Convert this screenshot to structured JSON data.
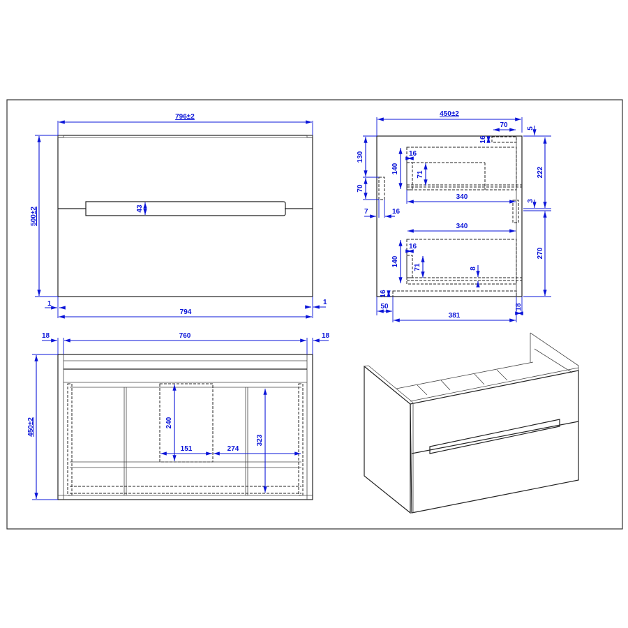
{
  "drawing": {
    "colors": {
      "dimension": "#0a14d8",
      "outline": "#222222",
      "background": "#ffffff"
    },
    "front_view": {
      "overall_width": "796±2",
      "overall_height": "500±2",
      "handle_height": "43",
      "bottom_width": "794",
      "left_offset": "1",
      "right_offset": "1"
    },
    "side_view": {
      "overall_depth": "450±2",
      "top_gap": "5",
      "rear_block_width": "70",
      "top_panel": "16",
      "top_drawer_height": "222",
      "upper_offset": "130",
      "rail_height": "70",
      "upper_drawer_box_height": "140",
      "upper_side_thickness": "16",
      "upper_inner_height": "71",
      "upper_drawer_depth": "340",
      "front_gap": "3",
      "rail_thickness_left": "7",
      "rail_thickness_right": "16",
      "lower_drawer_depth": "340",
      "lower_drawer_box_height": "140",
      "lower_side_thickness": "16",
      "lower_inner_height": "71",
      "bottom_gap": "8",
      "lower_drawer_height": "270",
      "base_panel": "16",
      "base_offset": "50",
      "base_depth": "381",
      "front_thickness": "18"
    },
    "top_view": {
      "left_side": "18",
      "inner_width": "760",
      "right_side": "18",
      "overall_depth": "450±2",
      "cutout_height": "240",
      "cutout_width": "151",
      "right_span": "274",
      "drawer_depth": "323"
    },
    "iso_view": {
      "label": "3D view of two-drawer vanity cabinet"
    }
  }
}
